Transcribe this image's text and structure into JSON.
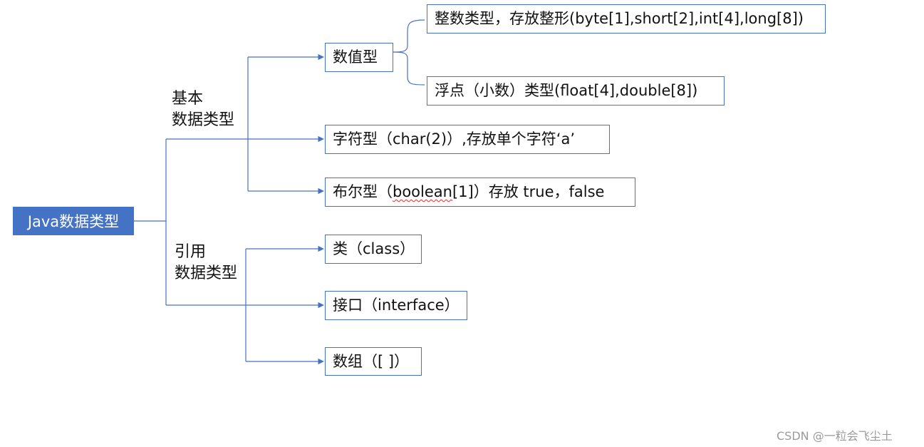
{
  "root": {
    "label": "Java数据类型"
  },
  "branches": {
    "basic": {
      "label_line1": "基本",
      "label_line2": "数据类型",
      "numeric": {
        "label": "数值型",
        "integer": "整数类型，存放整形(byte[1],short[2],int[4],long[8])",
        "float": "浮点（小数）类型(float[4],double[8])"
      },
      "char": "字符型（char(2)）,存放单个字符‘a’",
      "boolean": {
        "prefix": "布尔型（",
        "keyword": "boolean",
        "suffix": "[1]）存放 true，false"
      }
    },
    "reference": {
      "label_line1": "引用",
      "label_line2": "数据类型",
      "class": "类（class）",
      "interface": "接口（interface）",
      "array": "数组（[ ]）"
    }
  },
  "watermark": "CSDN @一粒会飞尘土",
  "colors": {
    "accent": "#4472c4",
    "line": "#4472c4",
    "watermark": "#9a9a9a"
  }
}
